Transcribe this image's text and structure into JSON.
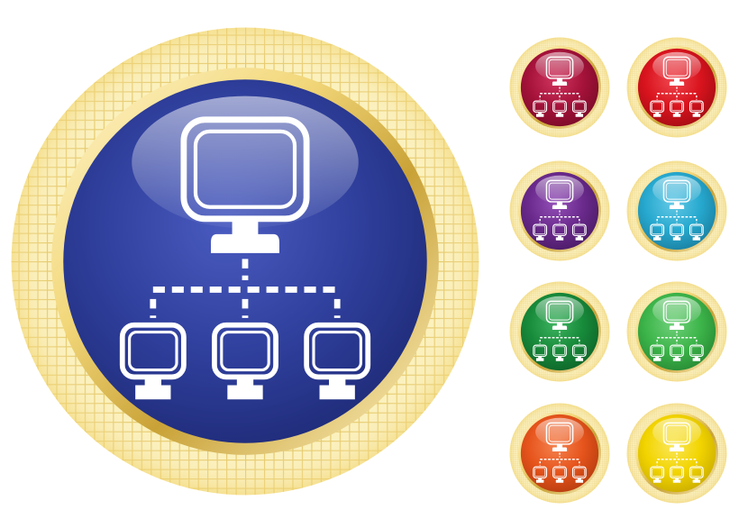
{
  "icon": "network-hierarchy-icon",
  "frame_colors": {
    "gold_light": "#fbf0b8",
    "gold_mid": "#f2d77a",
    "gold_dark": "#c9a237",
    "gold_grid": "#e3c45e"
  },
  "buttons": [
    {
      "name": "network-button-blue-large",
      "color": "#2f3f9c",
      "color_light": "#4a5bc0",
      "color_dark": "#1f2b78"
    },
    {
      "name": "network-button-crimson",
      "color": "#a5123a",
      "color_light": "#d0355f",
      "color_dark": "#7a0b28"
    },
    {
      "name": "network-button-red",
      "color": "#d9141e",
      "color_light": "#f0474f",
      "color_dark": "#a30c13"
    },
    {
      "name": "network-button-purple",
      "color": "#6a2a8c",
      "color_light": "#9450b8",
      "color_dark": "#4b1b66"
    },
    {
      "name": "network-button-cyan",
      "color": "#27a9cf",
      "color_light": "#64c9e6",
      "color_dark": "#1a7fa0"
    },
    {
      "name": "network-button-dark-green",
      "color": "#178a3a",
      "color_light": "#3db35f",
      "color_dark": "#0e6429"
    },
    {
      "name": "network-button-green",
      "color": "#3db54a",
      "color_light": "#6fd07a",
      "color_dark": "#278a34"
    },
    {
      "name": "network-button-orange",
      "color": "#e6541c",
      "color_light": "#f5824f",
      "color_dark": "#b63c0f"
    },
    {
      "name": "network-button-yellow",
      "color": "#f2d400",
      "color_light": "#fae75a",
      "color_dark": "#c9ac00"
    }
  ]
}
